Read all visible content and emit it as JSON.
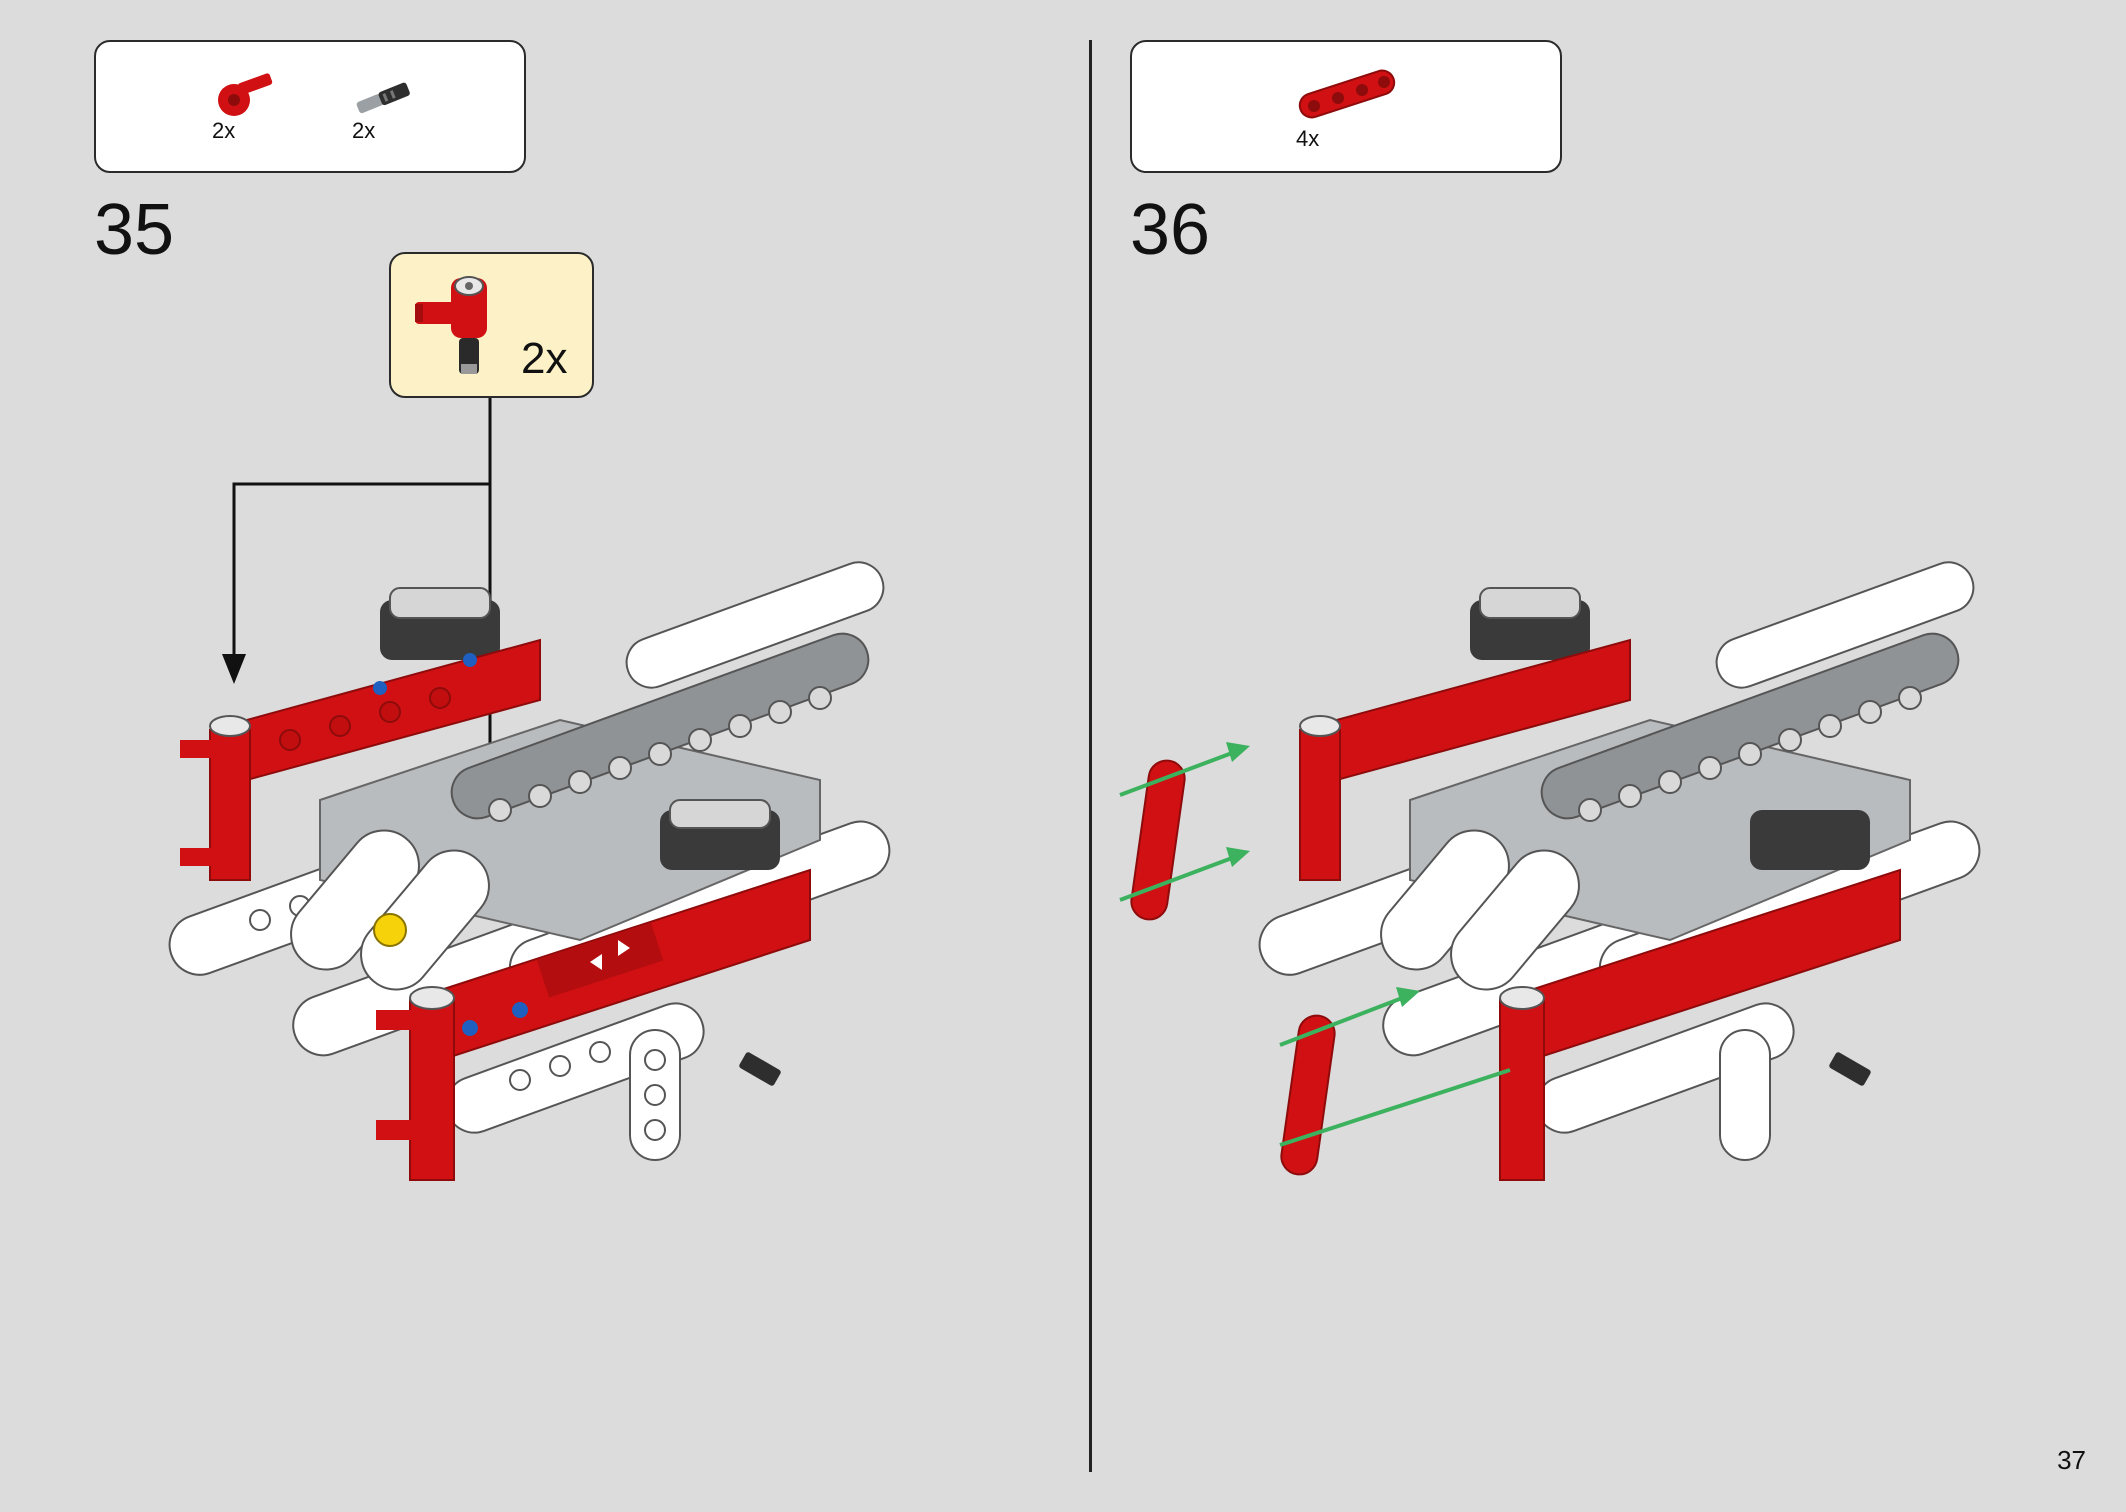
{
  "step35": {
    "number": "35",
    "parts": [
      {
        "icon": "red-axle-connector-icon",
        "qty": "2x"
      },
      {
        "icon": "black-pin-with-axle-icon",
        "qty": "2x"
      }
    ],
    "subassembly": {
      "qty": "2x",
      "icon": "red-connector-with-pin-icon"
    }
  },
  "step36": {
    "number": "36",
    "parts": [
      {
        "icon": "red-beam-icon",
        "qty": "4x"
      }
    ]
  },
  "page": {
    "number": "37"
  },
  "colors": {
    "red": "#d01012",
    "white": "#ffffff",
    "gray": "#a0a5a9",
    "dark": "#3a3a3a",
    "arrow_green": "#3db25e",
    "callout_bg": "#fdf2c7"
  }
}
